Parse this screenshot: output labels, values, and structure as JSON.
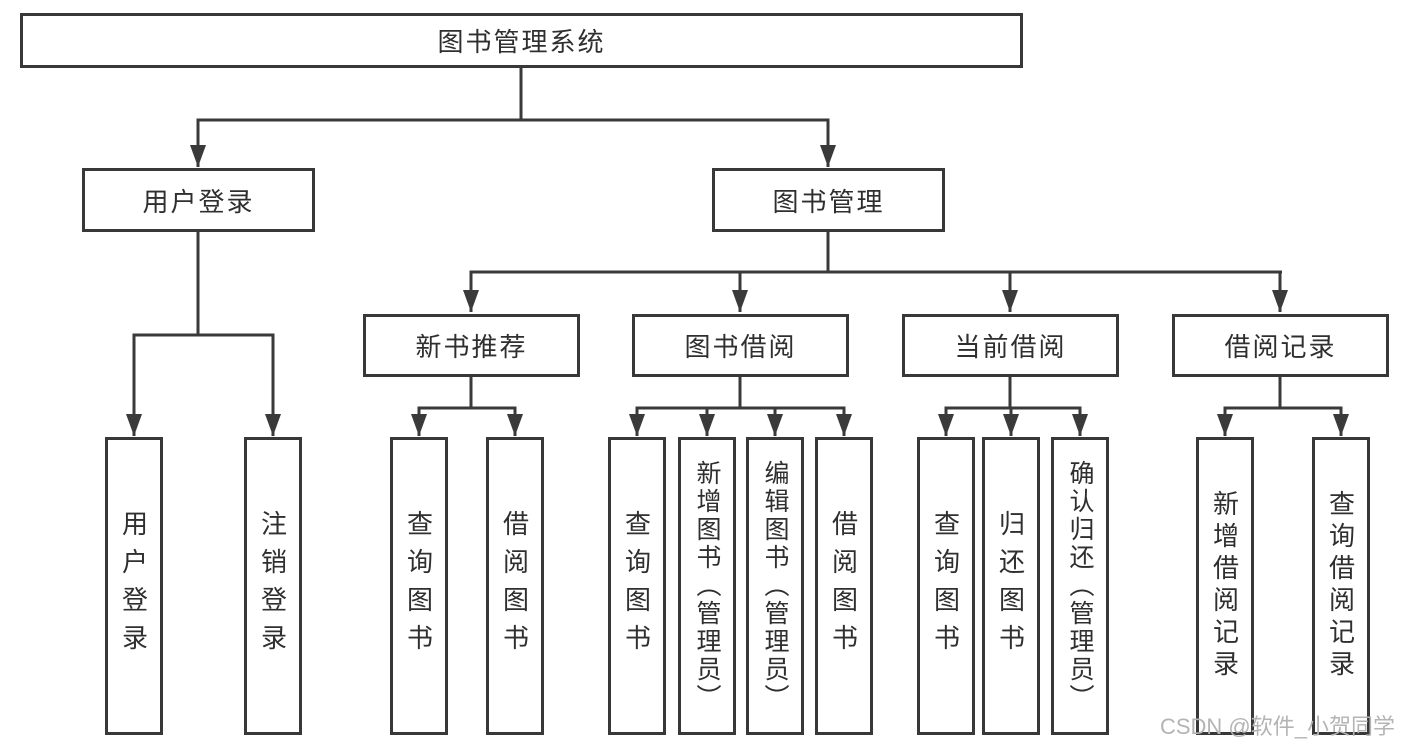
{
  "diagram": {
    "nodes": {
      "root": "图书管理系统",
      "user_login": "用户登录",
      "book_management": "图书管理",
      "new_book_recommend": "新书推荐",
      "book_borrow": "图书借阅",
      "current_borrow": "当前借阅",
      "borrow_record": "借阅记录",
      "leaf_user_login": "用户登录",
      "leaf_logout": "注销登录",
      "leaf_recommend_query_book": "查询图书",
      "leaf_recommend_borrow_book": "借阅图书",
      "leaf_borrow_query_book": "查询图书",
      "leaf_borrow_add_book": "新增图书（管理员）",
      "leaf_borrow_edit_book": "编辑图书（管理员）",
      "leaf_borrow_borrow_book": "借阅图书",
      "leaf_current_query_book": "查询图书",
      "leaf_current_return_book": "归还图书",
      "leaf_current_confirm_return": "确认归还（管理员）",
      "leaf_record_add": "新增借阅记录",
      "leaf_record_query": "查询借阅记录"
    }
  },
  "watermark": "CSDN @软件_小贺同学",
  "colors": {
    "line": "#3a3a3a",
    "box_border": "#383838",
    "text": "#2f2f2f",
    "watermark": "#b4b4b4",
    "background": "#ffffff"
  }
}
